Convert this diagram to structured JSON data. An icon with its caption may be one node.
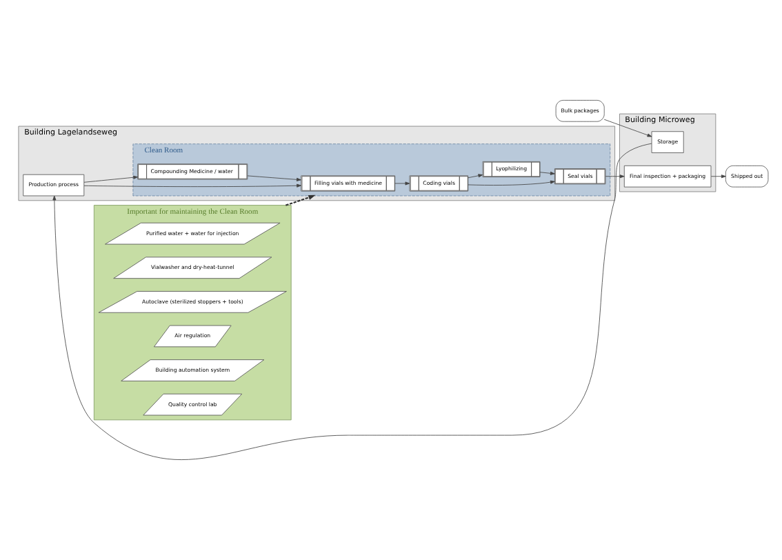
{
  "diagram": {
    "nodes": [
      {
        "text": [
          "Bulk packages"
        ]
      },
      {
        "text": [
          "Shipped out"
        ]
      },
      {
        "text": [
          "Building Microweg"
        ]
      },
      {
        "text": [
          "Storage"
        ],
        "in": 2
      },
      {
        "text": [
          "Final inspection + packaging"
        ],
        "in": 2
      },
      {
        "text": [
          "Building Lagelandseweg"
        ]
      },
      {
        "text": [
          "Production process"
        ],
        "in": 5
      },
      {
        "text": [
          "Clean Room"
        ],
        "in": 5
      },
      {
        "text": [
          "Filling vials with medicine"
        ],
        "in": 7
      },
      {
        "text": [
          "Coding vials"
        ],
        "in": 7
      },
      {
        "text": [
          "Seal vials"
        ],
        "in": 7
      },
      {
        "text": [
          "Compounding Medicine / water"
        ],
        "in": 7
      },
      {
        "text": [
          "Lyophilizing"
        ],
        "in": 7
      },
      {
        "text": [
          "Important for maintaining the Clean Room"
        ]
      },
      {
        "text": [
          "Purified water + water for injection"
        ],
        "in": 13
      },
      {
        "text": [
          "Vialwasher and dry-heat-tunnel"
        ],
        "in": 13
      },
      {
        "text": [
          "Autoclave (sterilized stoppers + tools)"
        ],
        "in": 13
      },
      {
        "text": [
          "Air regulation"
        ],
        "in": 13
      },
      {
        "text": [
          "Building automation system"
        ],
        "in": 13
      },
      {
        "text": [
          "Quality control lab"
        ],
        "in": 13
      }
    ],
    "edges": [
      {
        "from": 0,
        "to": 3,
        "arrow": "to"
      },
      {
        "from": 3,
        "to": 6,
        "arrow": "to"
      },
      {
        "from": 6,
        "to": 8,
        "arrow": "to"
      },
      {
        "from": 6,
        "to": 11,
        "arrow": "to"
      },
      {
        "from": 11,
        "to": 8,
        "arrow": "to"
      },
      {
        "from": 8,
        "to": 9,
        "arrow": "to"
      },
      {
        "from": 9,
        "to": 10,
        "arrow": "to"
      },
      {
        "from": 9,
        "to": 12,
        "arrow": "to"
      },
      {
        "from": 12,
        "to": 10,
        "arrow": "to"
      },
      {
        "from": 10,
        "to": 4,
        "arrow": "to"
      },
      {
        "from": 4,
        "to": 1,
        "arrow": "to"
      },
      {
        "from": 13,
        "to": 7,
        "arrow": "to",
        "style": "dashed"
      }
    ]
  }
}
